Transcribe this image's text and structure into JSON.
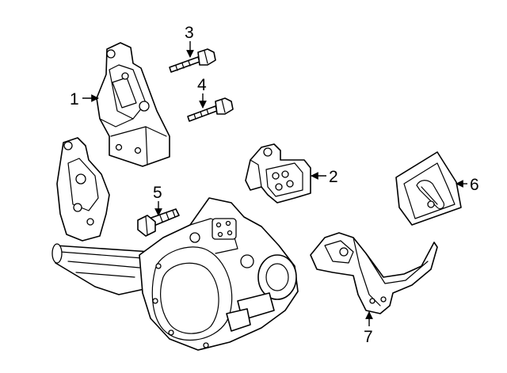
{
  "callouts": {
    "c1": "1",
    "c2": "2",
    "c3": "3",
    "c4": "4",
    "c5": "5",
    "c6": "6",
    "c7": "7"
  },
  "colors": {
    "line": "#000000",
    "fill": "#ffffff",
    "background": "#ffffff"
  }
}
